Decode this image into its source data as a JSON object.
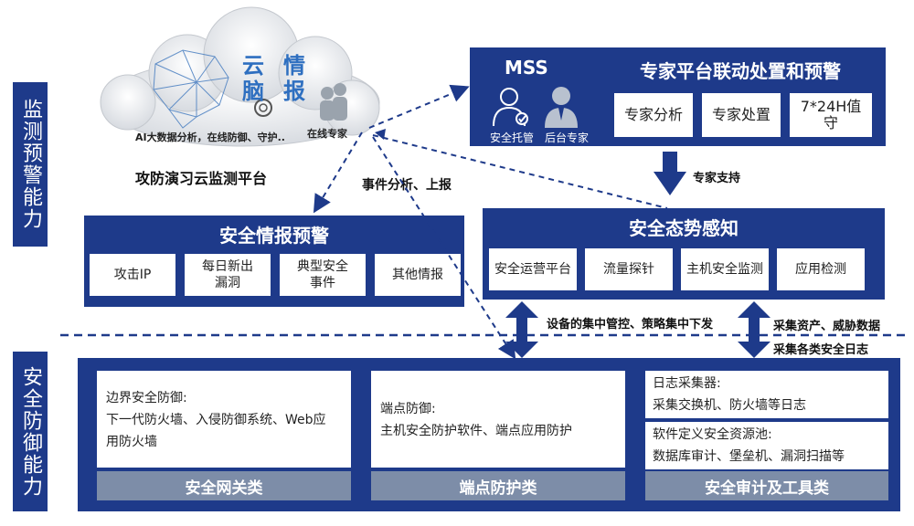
{
  "side_labels": {
    "top": "监测预警能力",
    "bottom": "安全防御能力"
  },
  "cloud": {
    "title_chars": [
      "云",
      "情",
      "脑",
      "报"
    ],
    "caption": "AI大数据分析，在线防御、守护..",
    "expert": "在线专家",
    "platform_title": "攻防演习云监测平台"
  },
  "mss": {
    "label": "MSS",
    "title": "专家平台联动处置和预警",
    "icon_left_label": "安全托管",
    "icon_right_label": "后台专家",
    "boxes": [
      "专家分析",
      "专家处置",
      "7*24H值守"
    ]
  },
  "expert_support": "专家支持",
  "event_report": "事件分析、上报",
  "intel": {
    "title": "安全情报预警",
    "boxes": [
      "攻击IP",
      "每日新出漏洞",
      "典型安全事件",
      "其他情报"
    ]
  },
  "situation": {
    "title": "安全态势感知",
    "boxes": [
      "安全运营平台",
      "流量探针",
      "主机安全监测",
      "应用检测"
    ]
  },
  "arrows_mid": {
    "center_label": "设备的集中管控、策略集中下发",
    "right_label_1": "采集资产、威胁数据",
    "right_label_2": "采集各类安全日志"
  },
  "defense": {
    "col1": {
      "title": "边界安全防御:",
      "lines": [
        "下一代防火墙、入侵防御系统、Web应",
        "用防火墙"
      ],
      "bar": "安全网关类"
    },
    "col2": {
      "title": "端点防御:",
      "lines": [
        "主机安全防护软件、端点应用防护"
      ],
      "bar": "端点防护类"
    },
    "col3": {
      "box1_title": "日志采集器:",
      "box1_line": "采集交换机、防火墙等日志",
      "box2_title": "软件定义安全资源池:",
      "box2_line": "数据库审计、堡垒机、漏洞扫描等",
      "bar": "安全审计及工具类"
    }
  },
  "colors": {
    "navy": "#1e3a8a",
    "grey_bar": "#7d8da8",
    "cloud_text": "#2e6fc0"
  }
}
